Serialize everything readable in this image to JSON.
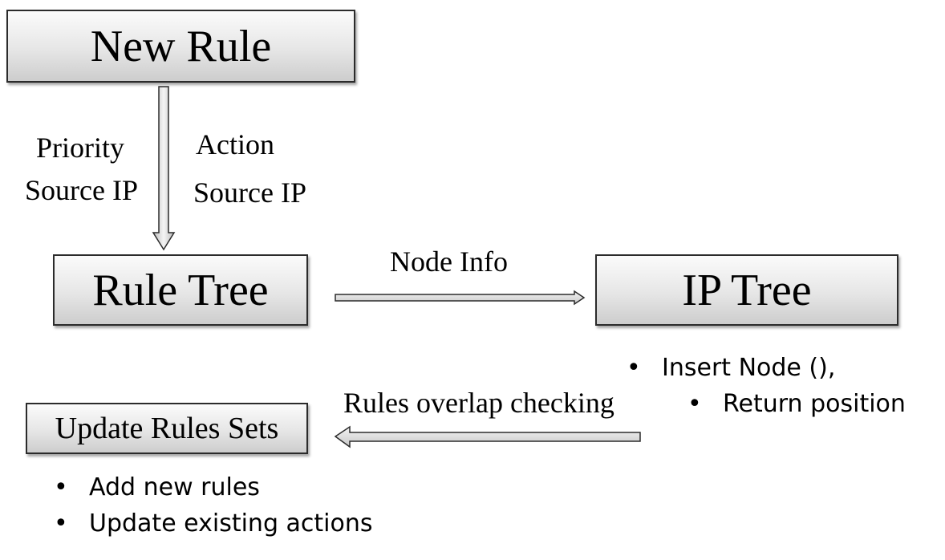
{
  "nodes": {
    "new_rule": "New Rule",
    "rule_tree": "Rule Tree",
    "ip_tree": "IP Tree",
    "update_rules_sets": "Update Rules Sets"
  },
  "edge_labels": {
    "new_to_rule_left": [
      "Priority",
      "Source IP"
    ],
    "new_to_rule_right": [
      "Action",
      "Source IP"
    ],
    "rule_to_ip": "Node Info",
    "ip_to_update": "Rules overlap checking"
  },
  "ip_tree_bullets": [
    "Insert Node (),",
    "Return position"
  ],
  "update_bullets": [
    "Add new rules",
    "Update existing actions"
  ],
  "bullet_char": "•"
}
